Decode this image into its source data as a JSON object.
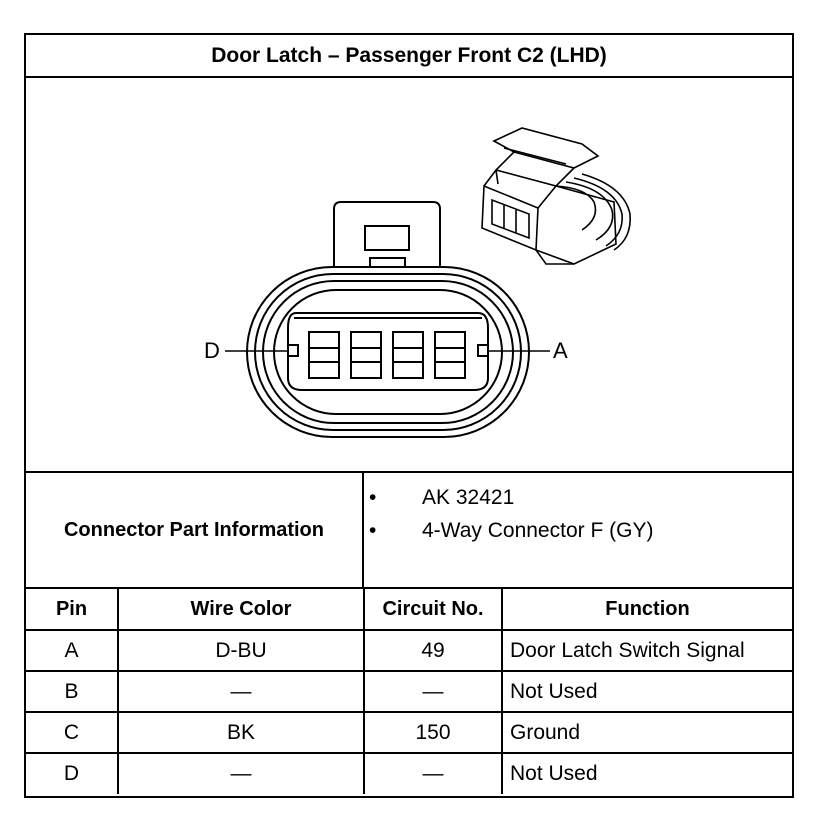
{
  "title": "Door Latch – Passenger Front C2 (LHD)",
  "diagram": {
    "left_pin_label": "D",
    "right_pin_label": "A"
  },
  "connector_info": {
    "label": "Connector Part Information",
    "items": [
      "AK 32421",
      "4-Way Connector F (GY)"
    ]
  },
  "table": {
    "headers": [
      "Pin",
      "Wire Color",
      "Circuit No.",
      "Function"
    ],
    "rows": [
      {
        "pin": "A",
        "wire_color": "D-BU",
        "circuit": "49",
        "function": "Door Latch Switch Signal"
      },
      {
        "pin": "B",
        "wire_color": "—",
        "circuit": "—",
        "function": "Not Used"
      },
      {
        "pin": "C",
        "wire_color": "BK",
        "circuit": "150",
        "function": "Ground"
      },
      {
        "pin": "D",
        "wire_color": "—",
        "circuit": "—",
        "function": "Not Used"
      }
    ]
  }
}
